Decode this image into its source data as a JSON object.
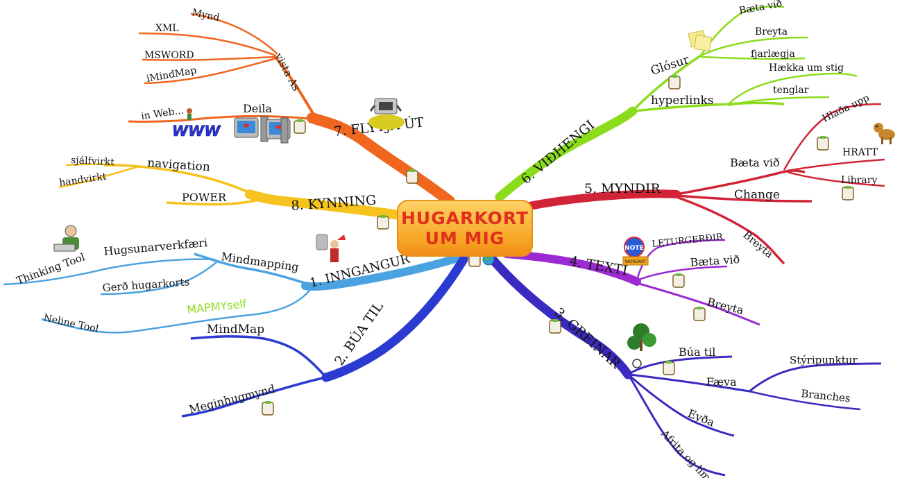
{
  "central_topic": {
    "line1": "HUGARKORT",
    "line2": "UM MIG"
  },
  "branches": {
    "b1": {
      "label": "1. INNGANGUR",
      "sub": {
        "mindmapping": "Mindmapping",
        "hugsunar": "Hugsunarverkfæri",
        "thinking": "Thinking Tool",
        "gerd": "Gerð hugarkorts",
        "mapmyself": "MAPMYself",
        "neline": "Neline Tool"
      }
    },
    "b2": {
      "label": "2. BÚA TIL",
      "sub": {
        "mindmap": "MindMap",
        "megin": "Meginhugmynd"
      }
    },
    "b3": {
      "label": "3. GREINAR",
      "sub": {
        "buatil": "Búa til",
        "faeva": "Fæva",
        "styri": "Stýripunktur",
        "branches": "Branches",
        "eyda": "Eyða",
        "afrita": "Afrita og líma"
      }
    },
    "b4": {
      "label": "4. TEXTI",
      "sub": {
        "letur": "LETURGERÐIR",
        "baeta": "Bæta við",
        "breyta": "Breyta"
      }
    },
    "b5": {
      "label": "5. MYNDIR",
      "sub": {
        "baeta": "Bæta við",
        "hlada": "Hlaða upp",
        "hratt": "HRATT",
        "library": "Library",
        "change": "Change",
        "breyta": "Breyta"
      }
    },
    "b6": {
      "label": "6. VIÐHENGI",
      "sub": {
        "glosur": "Glósur",
        "baeta": "Bæta við",
        "breyta": "Breyta",
        "fjarlaegja": "fjarlægja",
        "hyperlinks": "hyperlinks",
        "haekka": "Hækka um stig",
        "tenglar": "tenglar"
      }
    },
    "b7": {
      "label": "7. FLYTJA ÚT",
      "sub": {
        "vista": "vista As",
        "mynd": "Mynd",
        "xml": "XML",
        "msword": "MSWORD",
        "imindmap": "iMindMap",
        "deila": "Deila",
        "inweb": "in Web..."
      }
    },
    "b8": {
      "label": "8. KYNNING",
      "sub": {
        "navigation": "navigation",
        "sjalf": "sjálfvirkt",
        "hand": "handvirkt",
        "power": "POWER"
      }
    }
  },
  "image_captions": {
    "www": "WWW",
    "note": "NOTE",
    "wordart": "WORDART"
  },
  "colors": {
    "b1": "#4aa3e0",
    "b2": "#2b3bd1",
    "b3": "#3a2bc0",
    "b4": "#9b2bd1",
    "b5": "#d12436",
    "b6": "#8cdc1e",
    "b7": "#f0661e",
    "b8": "#f5c21e",
    "center": "#f6a623",
    "center_text": "#e0301e",
    "mapmyself": "#8cdc1e"
  }
}
